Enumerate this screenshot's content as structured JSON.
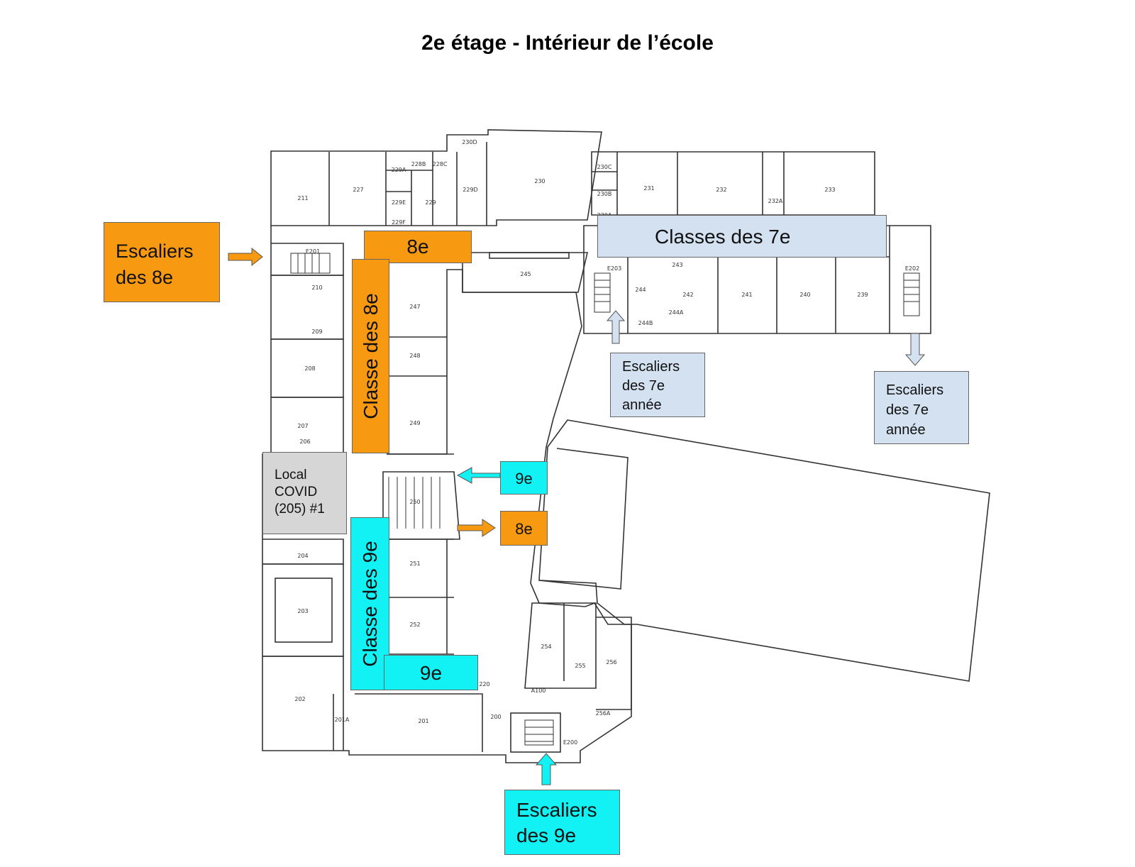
{
  "title": "2e étage - Intérieur de l’école",
  "rooms": {
    "r211": "211",
    "r227": "227",
    "r229A": "229A",
    "r228B": "228B",
    "r228C": "228C",
    "r229E": "229E",
    "r229": "229",
    "r229F": "229F",
    "r229D": "229D",
    "r230D": "230D",
    "r230": "230",
    "r230C": "230C",
    "r230B": "230B",
    "r230A": "230A",
    "r231": "231",
    "r232": "232",
    "r232A": "232A",
    "r233": "233",
    "rE201": "E201",
    "r210": "210",
    "r209": "209",
    "r208": "208",
    "r207": "207",
    "r206": "206",
    "r245": "245",
    "r247": "247",
    "r248": "248",
    "r249": "249",
    "r250": "250",
    "rE203": "E203",
    "r243": "243",
    "r244": "244",
    "r242": "242",
    "r244A": "244A",
    "r244B": "244B",
    "r241": "241",
    "r240": "240",
    "r239": "239",
    "rE202": "E202",
    "r204": "204",
    "r203": "203",
    "r251": "251",
    "r252": "252",
    "r202": "202",
    "r201A": "201A",
    "r201": "201",
    "r200": "200",
    "rA100": "A100",
    "r254": "254",
    "r255": "255",
    "r256": "256",
    "r256A": "256A",
    "rE200": "E200",
    "r220": "220"
  },
  "labels": {
    "stairs_8e": "Escaliers des 8e",
    "block_8e_top": "8e",
    "classes_7e": "Classes des 7e",
    "classe_8e": "Classe des 8e",
    "stairs_7e_a": "Escaliers des 7e année",
    "stairs_7e_b": "Escaliers des 7e année",
    "covid": "Local COVID (205) #1",
    "tag_9e": "9e",
    "tag_8e": "8e",
    "classe_9e": "Classe des 9e",
    "block_9e_bottom": "9e",
    "stairs_9e": "Escaliers des 9e"
  },
  "colors": {
    "grade_8": "#f79a12",
    "grade_7": "#d3e1f1",
    "grade_9": "#12f2f5",
    "covid": "#d6d6d6"
  }
}
